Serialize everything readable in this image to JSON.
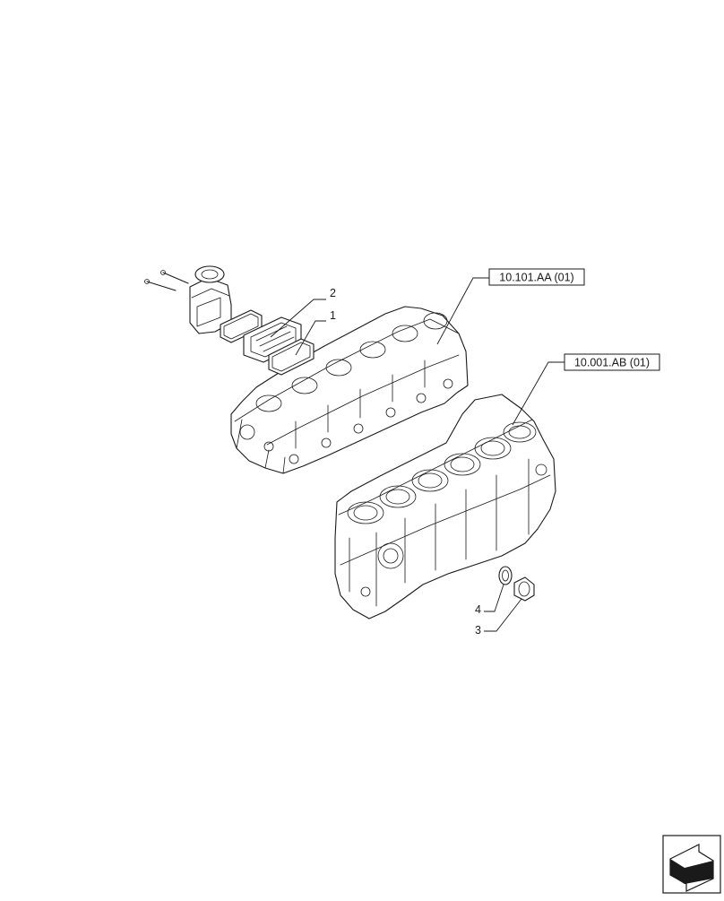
{
  "callouts": {
    "cylinder_head_ref": "10.101.AA (01)",
    "engine_block_ref": "10.001.AB (01)"
  },
  "item_numbers": {
    "item_1": "1",
    "item_2": "2",
    "item_3": "3",
    "item_4": "4"
  },
  "nav_icon": "next-page-arrow-icon"
}
